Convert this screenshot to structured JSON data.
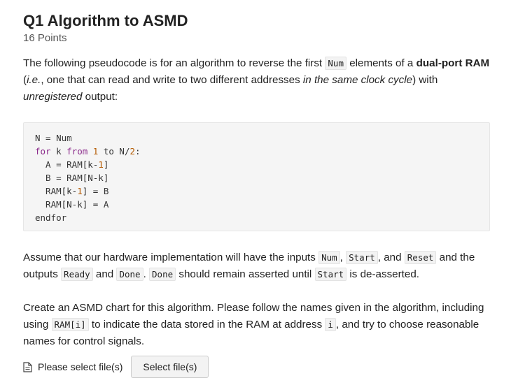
{
  "question": {
    "number": "Q1",
    "title": "Algorithm to ASMD",
    "points": "16 Points"
  },
  "intro": {
    "t1": "The following pseudocode is for an algorithm to reverse the first ",
    "code_num": "Num",
    "t2": " elements of a ",
    "bold": "dual-port RAM",
    "t3": " (",
    "ie": "i.e.",
    "t4": ", one that can read and write to two different addresses ",
    "italic": "in the same clock cycle",
    "t5": ") with ",
    "unreg": "unregistered",
    "t6": " output:"
  },
  "pseudocode": {
    "l1": "N = Num",
    "l2_kw1": "for",
    "l2_a": " k ",
    "l2_kw2": "from",
    "l2_b": " ",
    "l2_n1": "1",
    "l2_c": " to N/",
    "l2_n2": "2",
    "l2_d": ":",
    "l3_a": "  A = RAM[k-",
    "l3_n": "1",
    "l3_b": "]",
    "l4": "  B = RAM[N-k]",
    "l5_a": "  RAM[k-",
    "l5_n": "1",
    "l5_b": "] = B",
    "l6": "  RAM[N-k] = A",
    "l7": "endfor"
  },
  "assume": {
    "t1": "Assume that our hardware implementation will have the inputs ",
    "num": "Num",
    "t2": ", ",
    "start": "Start",
    "t3": ", and ",
    "reset": "Reset",
    "t4": " and the outputs ",
    "ready": "Ready",
    "t5": " and ",
    "done": "Done",
    "t6": ". ",
    "done2": "Done",
    "t7": " should remain asserted until ",
    "start2": "Start",
    "t8": " is de-asserted."
  },
  "create": {
    "t1": "Create an ASMD chart for this algorithm.  Please follow the names given in the algorithm, including using ",
    "ram": "RAM[i]",
    "t2": " to indicate the data stored in the RAM at address ",
    "i": "i",
    "t3": ", and try to choose reasonable names for control signals."
  },
  "upload": {
    "label": "Please select file(s)",
    "button": "Select file(s)"
  }
}
